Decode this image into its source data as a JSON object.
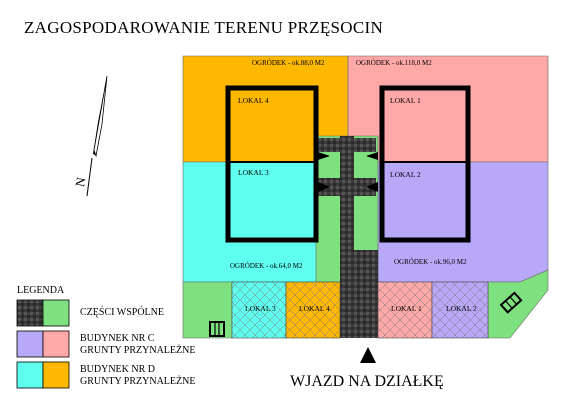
{
  "title": "ZAGOSPODAROWANIE TERENU PRZĘSOCIN",
  "gardens": {
    "top_left": "OGRÓDEK  - ok.88,0 M2",
    "top_right": "OGRÓDEK  - ok.118,0 M2",
    "bottom_left": "OGRÓDEK  - ok.64,0 M2",
    "bottom_right": "OGRÓDEK  - ok.96,0 M2"
  },
  "units": {
    "lokal1": "LOKAL 1",
    "lokal2": "LOKAL 2",
    "lokal3": "LOKAL 3",
    "lokal4": "LOKAL 4"
  },
  "parking": [
    "LOKAL 3",
    "LOKAL 4",
    "LOKAL 1",
    "LOKAL 2"
  ],
  "north_label": "N",
  "legend": {
    "title": "LEGENDA",
    "common": "CZĘŚCI WSPÓLNE",
    "building_c": [
      "BUDYNEK NR C",
      "GRUNTY PRZYNALEŻNE"
    ],
    "building_d": [
      "BUDYNEK NR D",
      "GRUNTY PRZYNALEŻNE"
    ]
  },
  "entry_label": "WJAZD NA DZIAŁKĘ",
  "colors": {
    "orange": "#FFB800",
    "cyan": "#5FFFF0",
    "pink": "#FFA8A8",
    "lavender": "#B8A8F8",
    "green": "#7EE07E",
    "paving": "#3A3A3A"
  }
}
